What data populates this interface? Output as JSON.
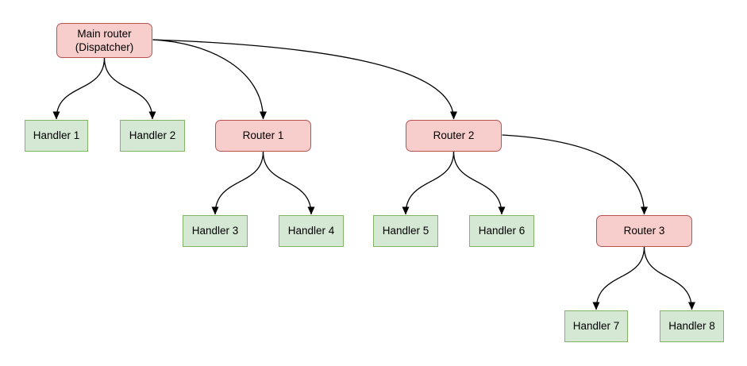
{
  "diagram": {
    "colors": {
      "background": "#ffffff",
      "router_fill": "#f8cecc",
      "router_stroke": "#b85450",
      "handler_fill": "#d5e8d4",
      "handler_stroke": "#82b366",
      "edge_color": "#000000"
    },
    "nodes": [
      {
        "id": "main-router",
        "label": "Main router\n(Dispatcher)",
        "type": "router"
      },
      {
        "id": "handler-1",
        "label": "Handler 1",
        "type": "handler"
      },
      {
        "id": "handler-2",
        "label": "Handler 2",
        "type": "handler"
      },
      {
        "id": "router-1",
        "label": "Router 1",
        "type": "router"
      },
      {
        "id": "router-2",
        "label": "Router 2",
        "type": "router"
      },
      {
        "id": "handler-3",
        "label": "Handler 3",
        "type": "handler"
      },
      {
        "id": "handler-4",
        "label": "Handler 4",
        "type": "handler"
      },
      {
        "id": "handler-5",
        "label": "Handler 5",
        "type": "handler"
      },
      {
        "id": "handler-6",
        "label": "Handler 6",
        "type": "handler"
      },
      {
        "id": "router-3",
        "label": "Router 3",
        "type": "router"
      },
      {
        "id": "handler-7",
        "label": "Handler 7",
        "type": "handler"
      },
      {
        "id": "handler-8",
        "label": "Handler 8",
        "type": "handler"
      }
    ],
    "edges": [
      {
        "from": "main-router",
        "to": "handler-1"
      },
      {
        "from": "main-router",
        "to": "handler-2"
      },
      {
        "from": "main-router",
        "to": "router-1"
      },
      {
        "from": "main-router",
        "to": "router-2"
      },
      {
        "from": "router-1",
        "to": "handler-3"
      },
      {
        "from": "router-1",
        "to": "handler-4"
      },
      {
        "from": "router-2",
        "to": "handler-5"
      },
      {
        "from": "router-2",
        "to": "handler-6"
      },
      {
        "from": "router-2",
        "to": "router-3"
      },
      {
        "from": "router-3",
        "to": "handler-7"
      },
      {
        "from": "router-3",
        "to": "handler-8"
      }
    ]
  }
}
